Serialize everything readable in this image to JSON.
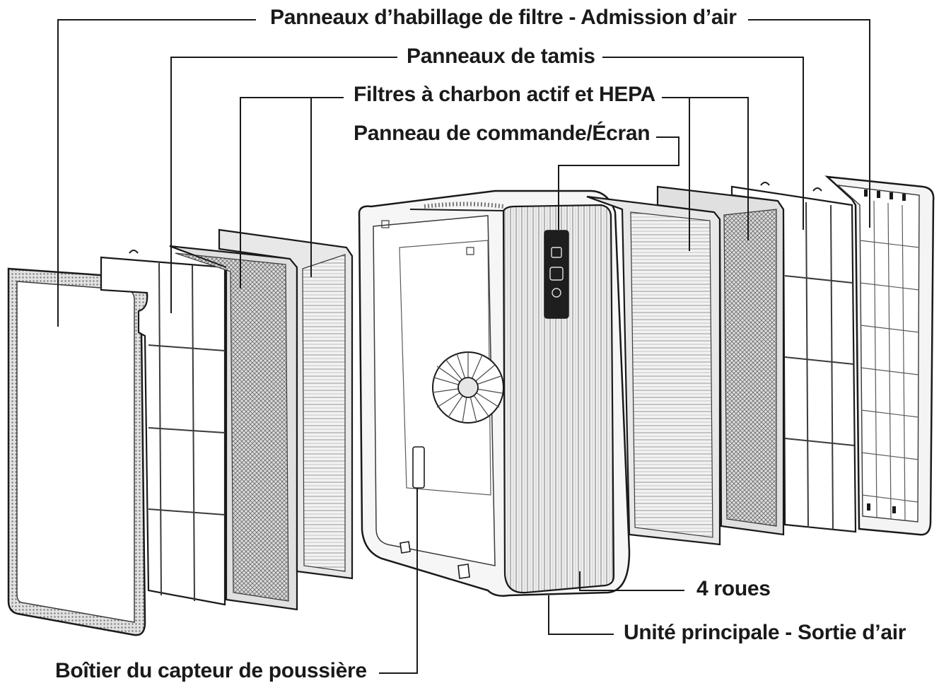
{
  "labels": {
    "intake_panels": "Panneaux d’habillage de filtre - Admission d’air",
    "mesh_panels": "Panneaux de tamis",
    "carbon_hepa_filters": "Filtres à charbon actif et HEPA",
    "control_panel": "Panneau de commande/Écran",
    "wheels": "4 roues",
    "main_unit": "Unité principale - Sortie d’air",
    "dust_sensor": "Boîtier du capteur de poussière"
  },
  "colors": {
    "line": "#1a1a1a",
    "panel_fill": "#ffffff",
    "frame_fill": "#e8e8e8",
    "mesh_fill": "#d4d4d4",
    "fin_fill": "#ececec",
    "display_fill": "#1e1e1e"
  }
}
